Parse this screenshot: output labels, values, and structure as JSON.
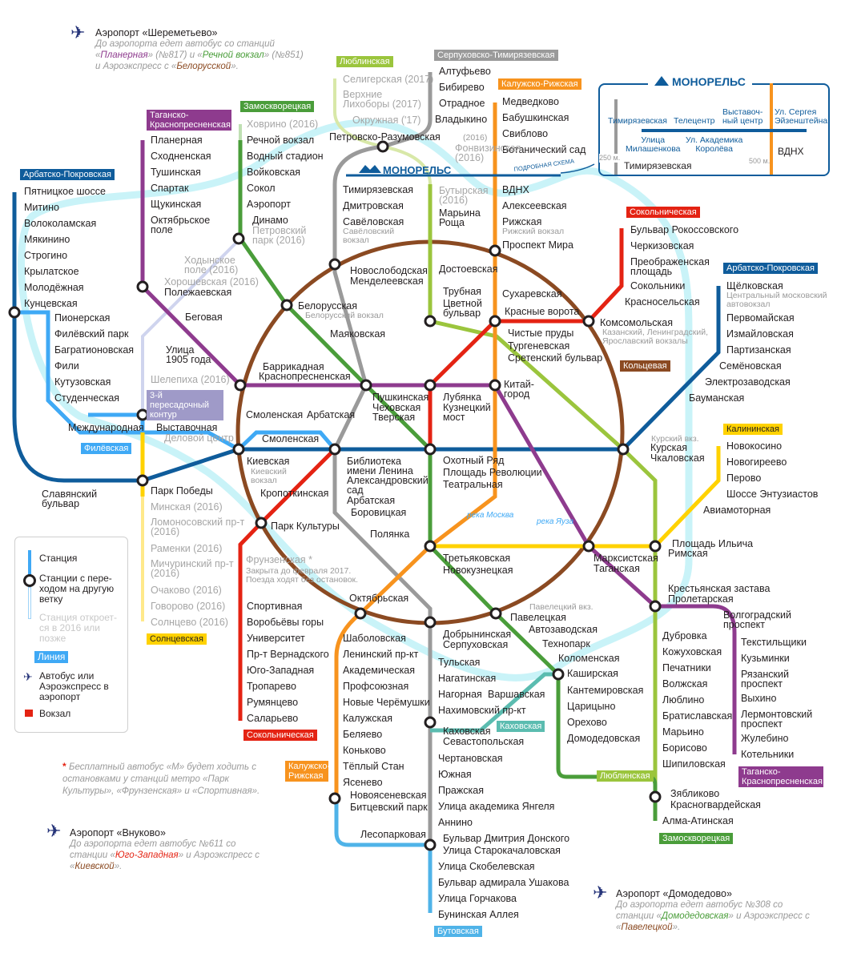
{
  "colors": {
    "sokolnicheskaya": "#e42313",
    "zamoskvoretskaya": "#4a9d3a",
    "arbatsko": "#0f5c9b",
    "filyovskaya": "#3fa9f5",
    "koltsevaya": "#8b4a22",
    "kaluzhsko": "#f7931e",
    "tagansko": "#8e3b8e",
    "kalininskaya": "#ffd200",
    "serpukhovsko": "#9a9a9a",
    "lyublinskaya": "#9bc53d",
    "kakhovskaya": "#5bbcb0",
    "butovskaya": "#4fb3e8",
    "mcc": "#c9f3f8",
    "bkl": "#9f9ac8",
    "airport": "#27357a"
  },
  "lines": {
    "sokolnicheskaya": {
      "name": "Сокольническая"
    },
    "zamoskvoretskaya": {
      "name": "Замоскворецкая"
    },
    "arbatsko": {
      "name": "Арбатско-Покровская"
    },
    "filyovskaya": {
      "name": "Филёвская"
    },
    "koltsevaya": {
      "name": "Кольцевая"
    },
    "kaluzhsko": {
      "name": "Калужско-Рижская"
    },
    "tagansko": {
      "name": "Таганско-Краснопресненская"
    },
    "kalininskaya": {
      "name": "Калининская"
    },
    "solntsevskaya": {
      "name": "Солнцевская"
    },
    "serpukhovsko": {
      "name": "Серпуховско-Тимирязевская"
    },
    "lyublinskaya": {
      "name": "Люблинская"
    },
    "kakhovskaya": {
      "name": "Каховская"
    },
    "butovskaya": {
      "name": "Бутовская"
    },
    "bkl": {
      "name": "3-й пересадочный контур"
    }
  },
  "stations": {
    "sokolnicheskaya": [
      "Бульвар Рокоссовского",
      "Черкизовская",
      "Преображенская\nплощадь",
      "Сокольники",
      "Красносельская",
      "Комсомольская",
      "Красные ворота",
      "Чистые пруды",
      "Лубянка",
      "Охотный Ряд",
      "Библиотека\nимени Ленина",
      "Кропоткинская",
      "Парк Культуры",
      "Фрунзенская *",
      "Спортивная",
      "Воробьёвы горы",
      "Университет",
      "Пр-т Вернадского",
      "Юго-Западная",
      "Тропарево",
      "Румянцево",
      "Саларьево"
    ],
    "zamoskvoretskaya": [
      "Ховрино (2016)",
      "Речной вокзал",
      "Водный стадион",
      "Войковская",
      "Сокол",
      "Аэропорт",
      "Динамо",
      "Белорусская",
      "Маяковская",
      "Тверская",
      "Театральная",
      "Новокузнецкая",
      "Павелецкая",
      "Автозаводская",
      "Технопарк",
      "Коломенская",
      "Каширская",
      "Кантемировская",
      "Царицыно",
      "Орехово",
      "Домодедовская",
      "Красногвардейская",
      "Алма-Атинская"
    ],
    "arbatsko": [
      "Пятницкое шоссе",
      "Митино",
      "Волоколамская",
      "Мякинино",
      "Строгино",
      "Крылатское",
      "Молодёжная",
      "Кунцевская",
      "Славянский\nбульвар",
      "Парк Победы",
      "Киевская",
      "Смоленская",
      "Арбатская",
      "Площадь Революции",
      "Курская",
      "Бауманская",
      "Электрозаводская",
      "Семёновская",
      "Партизанская",
      "Измайловская",
      "Первомайская",
      "Щёлковская"
    ],
    "filyovskaya": [
      "Пионерская",
      "Филёвский парк",
      "Багратионовская",
      "Фили",
      "Кутузовская",
      "Студенческая",
      "Международная",
      "Выставочная",
      "Смоленская",
      "Арбатская",
      "Александровский\nсад"
    ],
    "kaluzhsko": [
      "Медведково",
      "Бабушкинская",
      "Свиблово",
      "Ботанический сад",
      "ВДНХ",
      "Алексеевская",
      "Рижская",
      "Проспект Мира",
      "Сухаревская",
      "Тургеневская",
      "Китай-\nгород",
      "Третьяковская",
      "Октябрьская",
      "Шаболовская",
      "Ленинский пр-кт",
      "Академическая",
      "Профсоюзная",
      "Новые Черёмушки",
      "Калужская",
      "Беляево",
      "Коньково",
      "Тёплый Стан",
      "Ясенево",
      "Новоясеневская"
    ],
    "tagansko": [
      "Планерная",
      "Сходненская",
      "Тушинская",
      "Спартак",
      "Щукинская",
      "Октябрьское\nполе",
      "Полежаевская",
      "Беговая",
      "Улица\n1905 года",
      "Баррикадная",
      "Пушкинская",
      "Кузнецкий\nмост",
      "Таганская",
      "Пролетарская",
      "Волгоградский\nпроспект",
      "Текстильщики",
      "Кузьминки",
      "Рязанский\nпроспект",
      "Выхино",
      "Лермонтовский\nпроспект",
      "Жулебино",
      "Котельники"
    ],
    "kalininskaya": [
      "Новокосино",
      "Новогиреево",
      "Перово",
      "Шоссе Энтузиастов",
      "Авиамоторная",
      "Площадь Ильича",
      "Марксистская"
    ],
    "solntsevskaya": [
      "Деловой центр",
      "Минская (2016)",
      "Ломоносовский пр-т\n(2016)",
      "Раменки (2016)",
      "Мичуринский пр-т\n(2016)",
      "Очаково (2016)",
      "Говорово (2016)",
      "Солнцево (2016)"
    ],
    "serpukhovsko": [
      "Алтуфьево",
      "Бибирево",
      "Отрадное",
      "Владыкино",
      "Петровско-Разумовская",
      "Тимирязевская",
      "Дмитровская",
      "Савёловская",
      "Менделеевская",
      "Цветной\nбульвар",
      "Чеховская",
      "Боровицкая",
      "Полянка",
      "Серпуховская",
      "Тульская",
      "Нагатинская",
      "Нагорная",
      "Нахимовский пр-кт",
      "Севастопольская",
      "Чертановская",
      "Южная",
      "Пражская",
      "Улица академика Янгеля",
      "Аннино",
      "Бульвар Дмитрия Донского"
    ],
    "lyublinskaya": [
      "Селигерская (2017)",
      "Верхние\nЛихоборы (2017)",
      "Окружная ('17)",
      "Фонвизинская\n(2016)",
      "Бутырская\n(2016)",
      "Марьина\nРоща",
      "Достоевская",
      "Трубная",
      "Сретенский бульвар",
      "Чкаловская",
      "Римская",
      "Крестьянская застава",
      "Дубровка",
      "Кожуховская",
      "Печатники",
      "Волжская",
      "Люблино",
      "Братиславская",
      "Марьино",
      "Борисово",
      "Шипиловская",
      "Зябликово"
    ],
    "koltsevaya": [
      "Новослободская",
      "Краснопресненская",
      "Добрынинская"
    ],
    "kakhovskaya": [
      "Каховская",
      "Варшавская"
    ],
    "butovskaya": [
      "Битцевский парк",
      "Лесопарковая",
      "Улица Старокачаловская",
      "Улица Скобелевская",
      "Бульвар адмирала Ушакова",
      "Улица Горчакова",
      "Бунинская Аллея"
    ],
    "bkl": [
      "Хорошевская (2016)",
      "Ходынское\nполе (2016)",
      "Шелепиха (2016)",
      "Петровский\nпарк (2016)"
    ],
    "notes": [
      "Белорусский вокзал",
      "Савёловский\nвокзал",
      "Рижский вокзал",
      "Киевский\nвокзал",
      "Казанский, Ленинградский,\nЯрославский вокзалы",
      "Курский вкз.",
      "Павелецкий вкз.",
      "Центральный московский\nавтовокзал",
      "(2016)",
      "Закрыта до февраля 2017.\nПоезда ходят без остановок."
    ]
  },
  "rivers": [
    "река Москва",
    "река Яуза"
  ],
  "monorail": {
    "title": "МОНОРЕЛЬС",
    "detail_label": "ПОДРОБНАЯ СХЕМА",
    "stations_top": [
      "Тимирязевская",
      "Телецентр",
      "Выставоч-\nный центр",
      "Ул. Сергея\nЭйзенштейна"
    ],
    "stations_bottom": [
      "Улица\nМилашенкова",
      "Ул. Академика\nКоролёва"
    ],
    "transfer_1": "Тимирязевская",
    "transfer_2": "ВДНХ",
    "walk_1": "250 м.",
    "walk_2": "500 м."
  },
  "airports": {
    "sheremetyevo": {
      "title": "Аэропорт «Шереметьево»",
      "parts": [
        "До аэропорта едет автобус со станций",
        "«",
        "Планерная",
        "» (№817) и «",
        "Речной вокзал",
        "» (№851)",
        "и Аэроэкспресс с «",
        "Белорусской",
        "»."
      ]
    },
    "vnukovo": {
      "title": "Аэропорт «Внуково»",
      "parts": [
        "До аэропорта едет автобус №611  со",
        "станции «",
        "Юго-Западная",
        "» и Аэроэкспресс с",
        "«",
        "Киевской",
        "»."
      ]
    },
    "domodedovo": {
      "title": "Аэропорт «Домодедово»",
      "parts": [
        "До аэропорта едет автобус №308 со",
        "станции «",
        "Домодедовская",
        "» и Аэроэкспресс с",
        "«",
        "Павелецкой",
        "»."
      ]
    }
  },
  "footnote": {
    "star": "*",
    "text": "Бесплатный автобус «М» будет ходить с остановками у станций метро «Парк Культуры», «Фрунзенская» и «Спортивная»."
  },
  "legend": {
    "station": "Станция",
    "transfer": "Станции с пере-ходом на другую ветку",
    "future": "Станция откроет-ся в 2016 или позже",
    "line": "Линия",
    "airport": "Автобус или Аэроэкспресс в аэропорт",
    "rail": "Вокзал"
  }
}
